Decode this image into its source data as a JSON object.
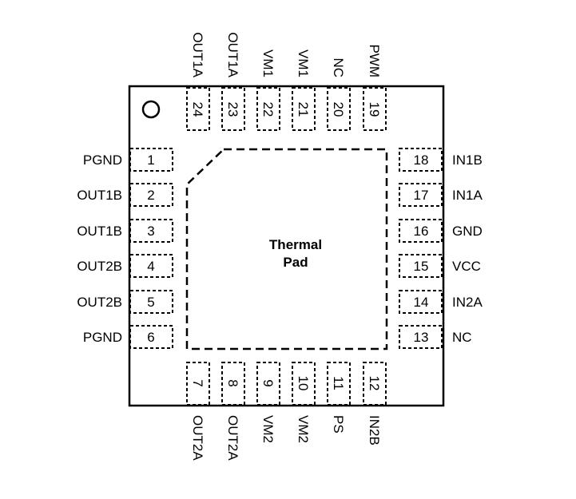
{
  "package": {
    "thermal_pad_label_line1": "Thermal",
    "thermal_pad_label_line2": "Pad"
  },
  "pins": {
    "left": [
      {
        "number": "1",
        "name": "PGND"
      },
      {
        "number": "2",
        "name": "OUT1B"
      },
      {
        "number": "3",
        "name": "OUT1B"
      },
      {
        "number": "4",
        "name": "OUT2B"
      },
      {
        "number": "5",
        "name": "OUT2B"
      },
      {
        "number": "6",
        "name": "PGND"
      }
    ],
    "bottom": [
      {
        "number": "7",
        "name": "OUT2A"
      },
      {
        "number": "8",
        "name": "OUT2A"
      },
      {
        "number": "9",
        "name": "VM2"
      },
      {
        "number": "10",
        "name": "VM2"
      },
      {
        "number": "11",
        "name": "PS"
      },
      {
        "number": "12",
        "name": "IN2B"
      }
    ],
    "right": [
      {
        "number": "13",
        "name": "NC"
      },
      {
        "number": "14",
        "name": "IN2A"
      },
      {
        "number": "15",
        "name": "VCC"
      },
      {
        "number": "16",
        "name": "GND"
      },
      {
        "number": "17",
        "name": "IN1A"
      },
      {
        "number": "18",
        "name": "IN1B"
      }
    ],
    "top": [
      {
        "number": "19",
        "name": "PWM"
      },
      {
        "number": "20",
        "name": "NC"
      },
      {
        "number": "21",
        "name": "VM1"
      },
      {
        "number": "22",
        "name": "VM1"
      },
      {
        "number": "23",
        "name": "OUT1A"
      },
      {
        "number": "24",
        "name": "OUT1A"
      }
    ]
  }
}
